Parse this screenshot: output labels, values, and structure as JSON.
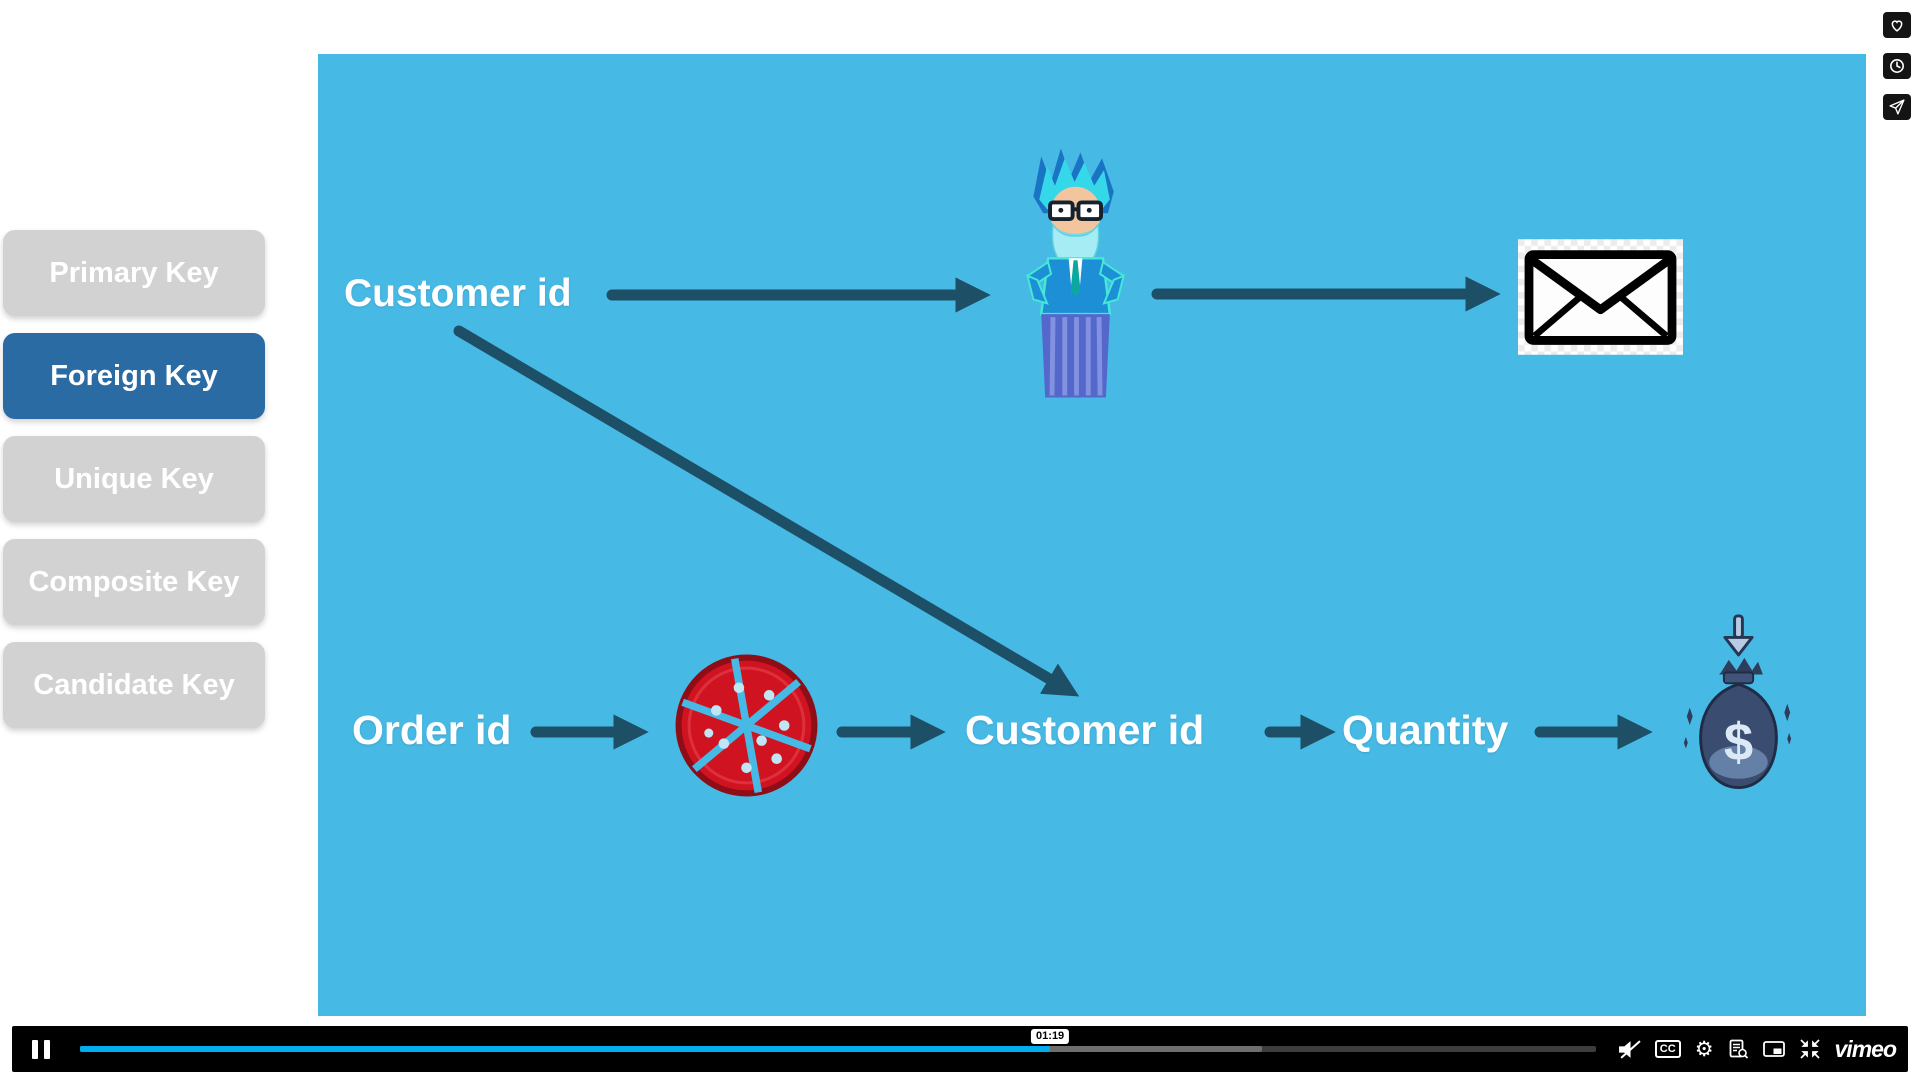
{
  "sidebar": {
    "active_index": 1,
    "items": [
      {
        "label": "Primary Key"
      },
      {
        "label": "Foreign Key"
      },
      {
        "label": "Unique Key"
      },
      {
        "label": "Composite Key"
      },
      {
        "label": "Candidate Key"
      }
    ]
  },
  "slide": {
    "top_row": {
      "field": "Customer id"
    },
    "bottom_row": {
      "field1": "Order id",
      "field2": "Customer id",
      "field3": "Quantity"
    },
    "icon_names": [
      "professor-character",
      "envelope-icon",
      "pizza-icon",
      "money-bag-icon"
    ]
  },
  "player": {
    "time_tooltip": "01:19",
    "progress_percent": 64,
    "buffer_percent": 78,
    "cc_label": "CC",
    "brand": "vimeo"
  },
  "icons": {
    "gear": "⚙",
    "dollar": "$"
  },
  "floating_actions": [
    "like",
    "watch-later",
    "share"
  ],
  "colors": {
    "slide_bg": "#47b9e5",
    "arrow": "#1d4f66",
    "active_key": "#2b6ba3",
    "inactive_key": "#d2d2d2",
    "progress": "#00adef"
  }
}
